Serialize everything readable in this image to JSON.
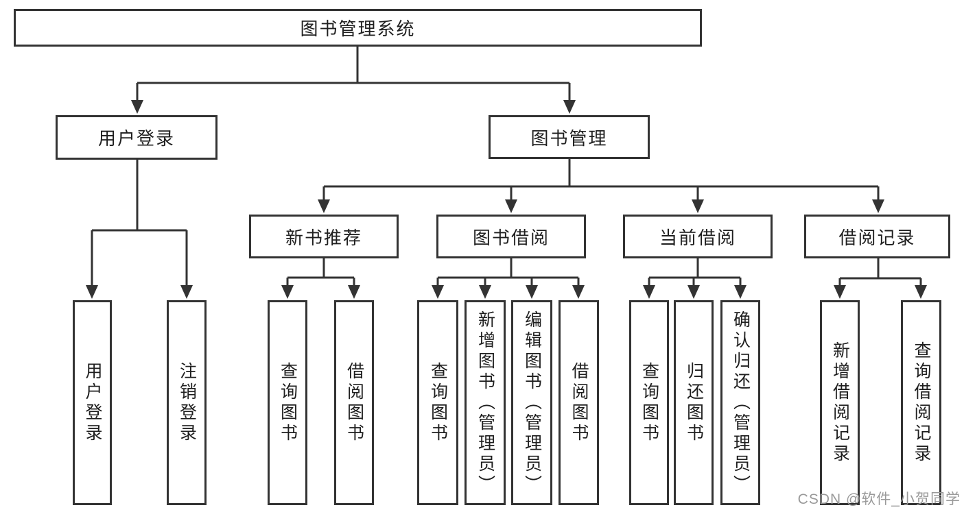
{
  "tree": {
    "root": {
      "label": "图书管理系统"
    },
    "branches": [
      {
        "label": "用户登录",
        "children": [
          {
            "label": "用户登录"
          },
          {
            "label": "注销登录"
          }
        ]
      },
      {
        "label": "图书管理",
        "sections": [
          {
            "label": "新书推荐",
            "children": [
              {
                "label": "查询图书"
              },
              {
                "label": "借阅图书"
              }
            ]
          },
          {
            "label": "图书借阅",
            "children": [
              {
                "label": "查询图书"
              },
              {
                "label": "新增图书（管理员）"
              },
              {
                "label": "编辑图书（管理员）"
              },
              {
                "label": "借阅图书"
              }
            ]
          },
          {
            "label": "当前借阅",
            "children": [
              {
                "label": "查询图书"
              },
              {
                "label": "归还图书"
              },
              {
                "label": "确认归还（管理员）"
              }
            ]
          },
          {
            "label": "借阅记录",
            "children": [
              {
                "label": "新增借阅记录"
              },
              {
                "label": "查询借阅记录"
              }
            ]
          }
        ]
      }
    ]
  },
  "watermark": {
    "text": "CSDN @软件_小贺同学"
  },
  "colors": {
    "line": "#333333",
    "text": "#1f1f1f",
    "watermark_text": "#9a9a9a",
    "background": "#ffffff"
  }
}
